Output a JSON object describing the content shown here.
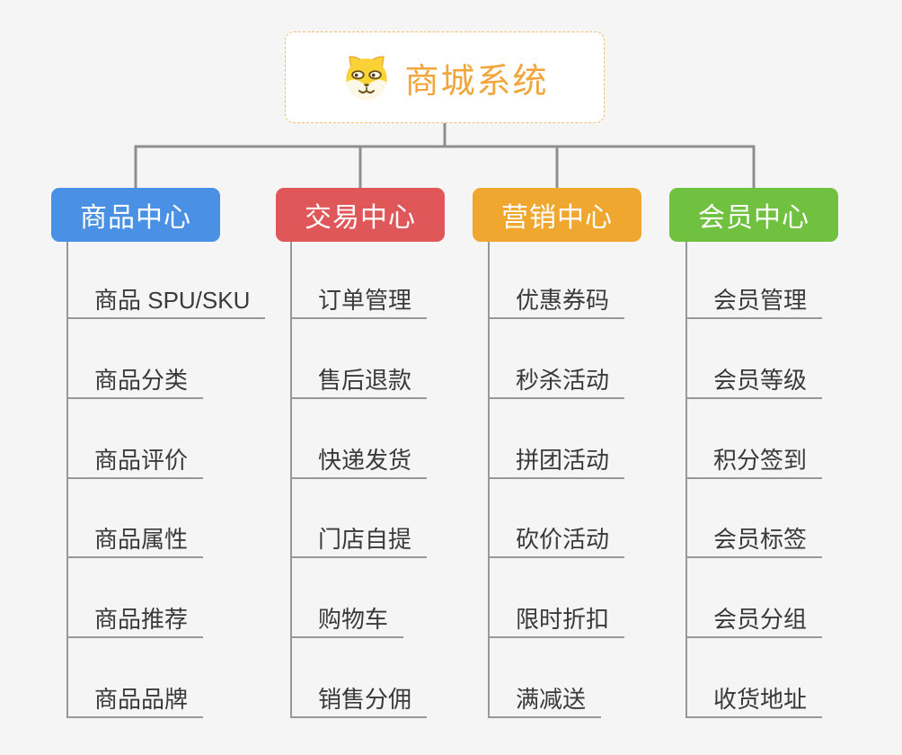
{
  "page": {
    "background": "#f5f5f5"
  },
  "root": {
    "title": "商城系统",
    "icon": "dog-face-icon",
    "accent_color": "#f0a63b",
    "border_color": "#f2be6b"
  },
  "connector_color": "#8e8e8e",
  "underline_color": "#989898",
  "branches": [
    {
      "label": "商品中心",
      "color": "#4a90e4",
      "items": [
        "商品 SPU/SKU",
        "商品分类",
        "商品评价",
        "商品属性",
        "商品推荐",
        "商品品牌"
      ]
    },
    {
      "label": "交易中心",
      "color": "#e0575a",
      "items": [
        "订单管理",
        "售后退款",
        "快递发货",
        "门店自提",
        "购物车",
        "销售分佣"
      ]
    },
    {
      "label": "营销中心",
      "color": "#efa72f",
      "items": [
        "优惠券码",
        "秒杀活动",
        "拼团活动",
        "砍价活动",
        "限时折扣",
        "满减送"
      ]
    },
    {
      "label": "会员中心",
      "color": "#6fc13f",
      "items": [
        "会员管理",
        "会员等级",
        "积分签到",
        "会员标签",
        "会员分组",
        "收货地址"
      ]
    }
  ]
}
